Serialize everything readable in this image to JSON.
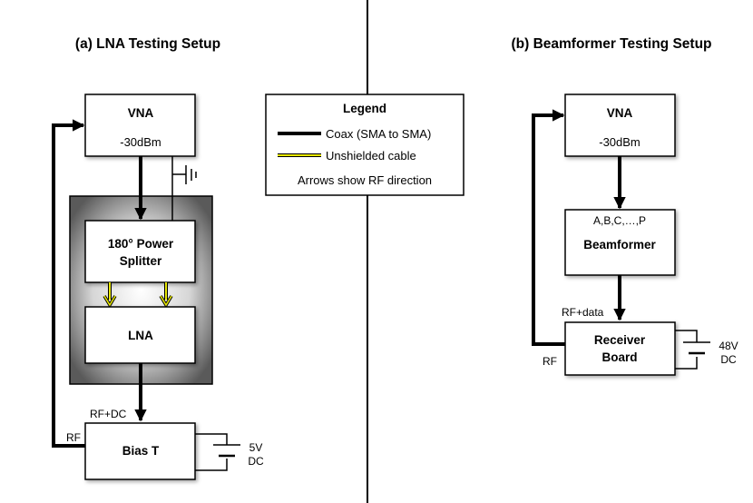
{
  "titles": {
    "a": "(a) LNA Testing Setup",
    "b": "(b) Beamformer Testing Setup"
  },
  "legend": {
    "title": "Legend",
    "coax": "Coax (SMA to SMA)",
    "unshielded": "Unshielded cable",
    "arrows": "Arrows show RF direction"
  },
  "setup_a": {
    "vna_name": "VNA",
    "vna_power": "-30dBm",
    "splitter_line1": "180° Power",
    "splitter_line2": "Splitter",
    "lna": "LNA",
    "bias_t": "Bias T",
    "rf_dc": "RF+DC",
    "rf": "RF",
    "supply_voltage": "5V",
    "supply_type": "DC"
  },
  "setup_b": {
    "vna_name": "VNA",
    "vna_power": "-30dBm",
    "channels": "A,B,C,…,P",
    "beamformer": "Beamformer",
    "receiver_line1": "Receiver",
    "receiver_line2": "Board",
    "rf_data": "RF+data",
    "rf": "RF",
    "supply_voltage": "48V",
    "supply_type": "DC"
  },
  "colors": {
    "line": "#000000",
    "unshielded": "#e6e600",
    "shield_dark": "#5a5a5a",
    "shield_light": "#ffffff"
  }
}
